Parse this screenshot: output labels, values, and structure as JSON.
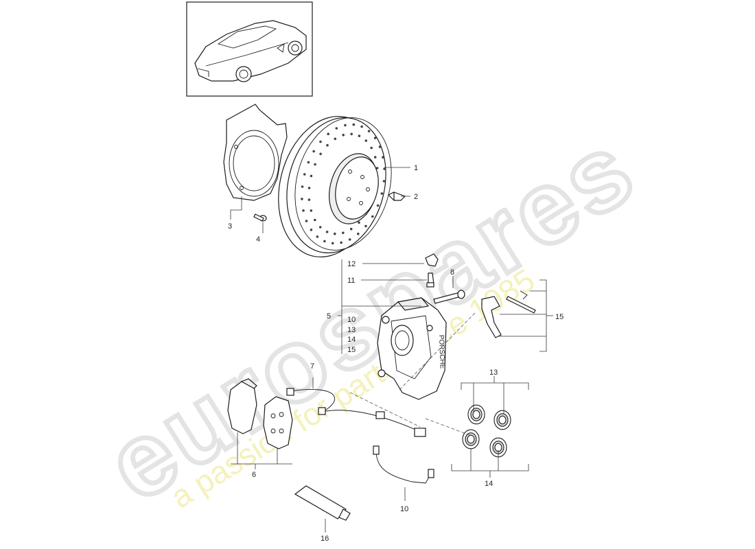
{
  "watermark": {
    "brand": "eurospares",
    "tagline": "a passion for parts since 1985"
  },
  "colors": {
    "line": "#1a1a1a",
    "watermark_brand": "#e4e4e4",
    "watermark_tagline": "#f3efb0"
  },
  "callouts": [
    {
      "id": "c1",
      "label": "1"
    },
    {
      "id": "c2",
      "label": "2"
    },
    {
      "id": "c3",
      "label": "3"
    },
    {
      "id": "c4",
      "label": "4"
    },
    {
      "id": "c5",
      "label": "5"
    },
    {
      "id": "c5-10",
      "label": "10"
    },
    {
      "id": "c5-13",
      "label": "13"
    },
    {
      "id": "c5-14",
      "label": "14"
    },
    {
      "id": "c5-15",
      "label": "15"
    },
    {
      "id": "c6",
      "label": "6"
    },
    {
      "id": "c7",
      "label": "7"
    },
    {
      "id": "c8",
      "label": "8"
    },
    {
      "id": "c10",
      "label": "10"
    },
    {
      "id": "c11",
      "label": "11"
    },
    {
      "id": "c12",
      "label": "12"
    },
    {
      "id": "c13",
      "label": "13"
    },
    {
      "id": "c14",
      "label": "14"
    },
    {
      "id": "c15",
      "label": "15"
    },
    {
      "id": "c16",
      "label": "16"
    }
  ],
  "caliper_brand_text": "PORSCHE"
}
